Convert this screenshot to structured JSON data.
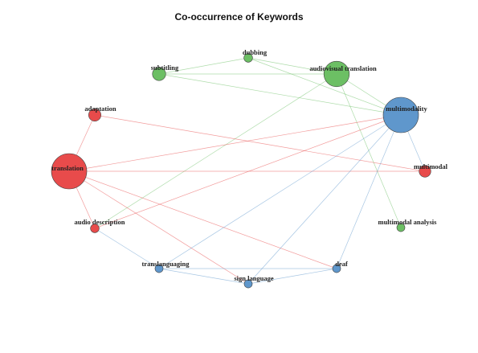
{
  "title": "Co-occurrence of Keywords",
  "colors": {
    "red": "#e84b4b",
    "green": "#6cbf64",
    "blue": "#5f97cc"
  },
  "nodes": [
    {
      "id": "translation",
      "label": "translation",
      "cluster": "red",
      "weight": 1.0
    },
    {
      "id": "adaptation",
      "label": "adaptation",
      "cluster": "red",
      "weight": 0.22
    },
    {
      "id": "audio-description",
      "label": "audio description",
      "cluster": "red",
      "weight": 0.1
    },
    {
      "id": "multimodal",
      "label": "multimodal",
      "cluster": "red",
      "weight": 0.2
    },
    {
      "id": "subtitling",
      "label": "subtitling",
      "cluster": "green",
      "weight": 0.25
    },
    {
      "id": "dubbing",
      "label": "dubbing",
      "cluster": "green",
      "weight": 0.1
    },
    {
      "id": "audiovisual-translation",
      "label": "audiovisual translation",
      "cluster": "green",
      "weight": 0.65
    },
    {
      "id": "multimodal-analysis",
      "label": "multimodal analysis",
      "cluster": "green",
      "weight": 0.08
    },
    {
      "id": "multimodality",
      "label": "multimodality",
      "cluster": "blue",
      "weight": 1.15
    },
    {
      "id": "translanguaging",
      "label": "translanguaging",
      "cluster": "blue",
      "weight": 0.08
    },
    {
      "id": "sign-language",
      "label": "sign language",
      "cluster": "blue",
      "weight": 0.08
    },
    {
      "id": "deaf",
      "label": "deaf",
      "cluster": "blue",
      "weight": 0.08
    }
  ],
  "edges": [
    {
      "source": "subtitling",
      "target": "dubbing",
      "cluster": "green"
    },
    {
      "source": "subtitling",
      "target": "audiovisual-translation",
      "cluster": "green"
    },
    {
      "source": "dubbing",
      "target": "audiovisual-translation",
      "cluster": "green"
    },
    {
      "source": "dubbing",
      "target": "multimodality",
      "cluster": "green"
    },
    {
      "source": "subtitling",
      "target": "multimodality",
      "cluster": "green"
    },
    {
      "source": "audiovisual-translation",
      "target": "multimodal-analysis",
      "cluster": "green"
    },
    {
      "source": "audiovisual-translation",
      "target": "multimodality",
      "cluster": "green"
    },
    {
      "source": "audiovisual-translation",
      "target": "audio-description",
      "cluster": "green"
    },
    {
      "source": "adaptation",
      "target": "multimodal",
      "cluster": "red"
    },
    {
      "source": "adaptation",
      "target": "translation",
      "cluster": "red"
    },
    {
      "source": "translation",
      "target": "multimodal",
      "cluster": "red"
    },
    {
      "source": "translation",
      "target": "multimodality",
      "cluster": "red"
    },
    {
      "source": "translation",
      "target": "audio-description",
      "cluster": "red"
    },
    {
      "source": "translation",
      "target": "deaf",
      "cluster": "red"
    },
    {
      "source": "translation",
      "target": "sign-language",
      "cluster": "red"
    },
    {
      "source": "audio-description",
      "target": "multimodality",
      "cluster": "red"
    },
    {
      "source": "multimodality",
      "target": "multimodal",
      "cluster": "blue"
    },
    {
      "source": "multimodality",
      "target": "translanguaging",
      "cluster": "blue"
    },
    {
      "source": "multimodality",
      "target": "deaf",
      "cluster": "blue"
    },
    {
      "source": "multimodality",
      "target": "sign-language",
      "cluster": "blue"
    },
    {
      "source": "translanguaging",
      "target": "deaf",
      "cluster": "blue"
    },
    {
      "source": "translanguaging",
      "target": "sign-language",
      "cluster": "blue"
    },
    {
      "source": "sign-language",
      "target": "deaf",
      "cluster": "blue"
    },
    {
      "source": "translanguaging",
      "target": "audio-description",
      "cluster": "blue"
    }
  ]
}
